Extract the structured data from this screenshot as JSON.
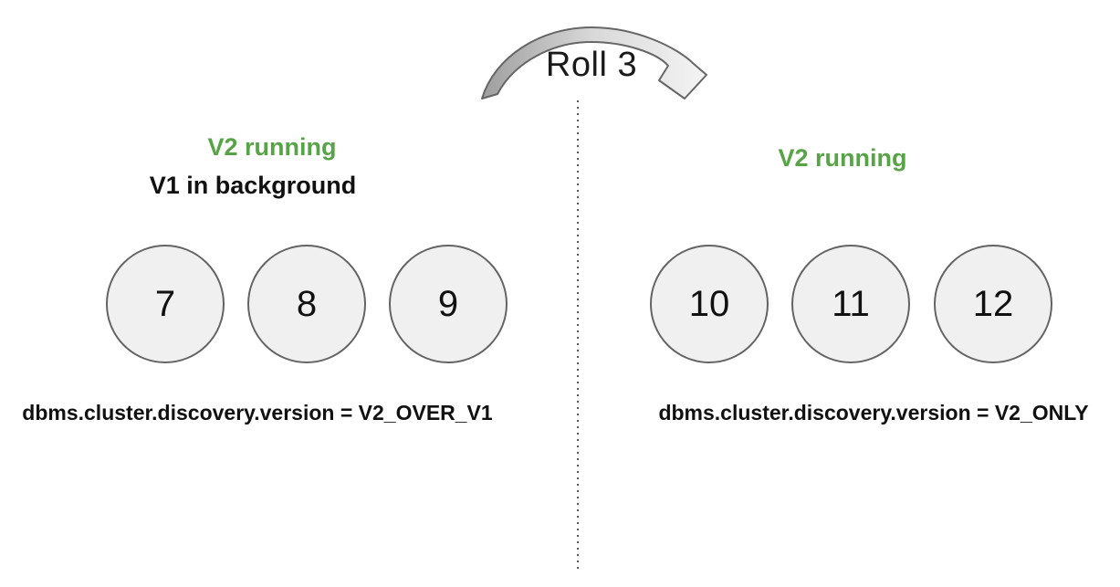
{
  "roll": {
    "label": "Roll 3"
  },
  "left_panel": {
    "status_line1": "V2 running",
    "status_line2": "V1 in background",
    "nodes": [
      "7",
      "8",
      "9"
    ],
    "config": "dbms.cluster.discovery.version = V2_OVER_V1"
  },
  "right_panel": {
    "status_line1": "V2 running",
    "nodes": [
      "10",
      "11",
      "12"
    ],
    "config": "dbms.cluster.discovery.version = V2_ONLY"
  },
  "colors": {
    "status_green": "#56a446",
    "text_dark": "#111111",
    "circle_fill": "#f0f0f0",
    "circle_border": "#646464",
    "divider_dot": "#595959",
    "arrow_dark": "#9e9e9e",
    "arrow_light": "#f4f4f4",
    "arrow_stroke": "#666666"
  }
}
